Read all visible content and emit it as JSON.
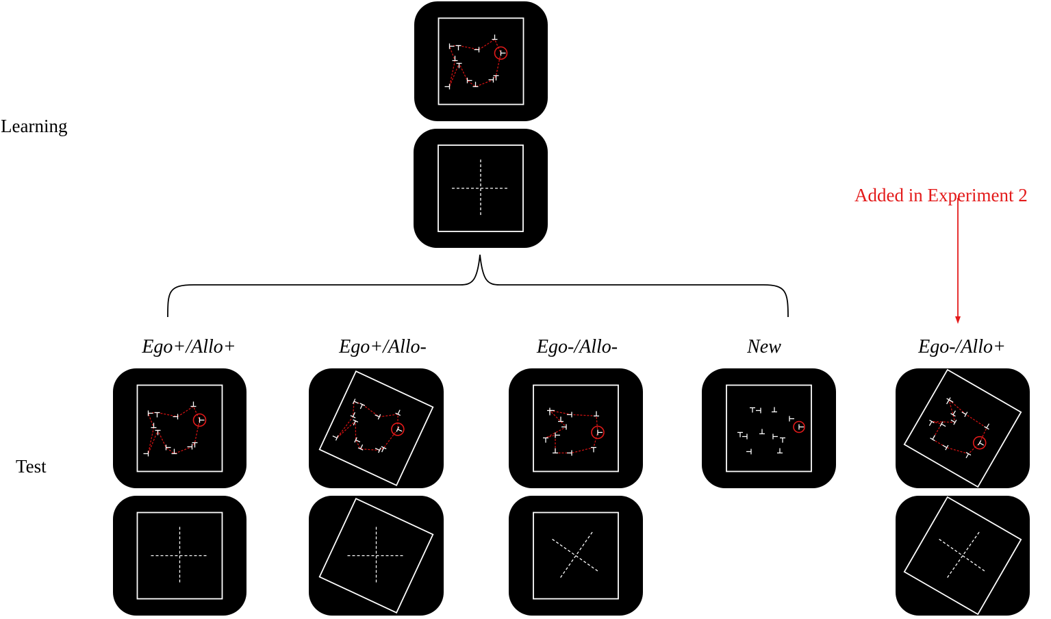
{
  "labels": {
    "learning": "Learning",
    "test": "Test",
    "added_note": "Added in Experiment 2"
  },
  "conditions": [
    {
      "name": "Ego+/Allo+"
    },
    {
      "name": "Ego+/Allo-"
    },
    {
      "name": "Ego-/Allo-"
    },
    {
      "name": "New"
    },
    {
      "name": "Ego-/Allo+"
    }
  ],
  "colors": {
    "tile": "#000000",
    "frame": "#ffffff",
    "path": "#cc1111",
    "highlight": "#e31a1a",
    "annotation": "#e31a1a"
  },
  "icons": [
    "t-shape-item",
    "target-circle",
    "fixation-cross",
    "brace",
    "arrow-down"
  ]
}
